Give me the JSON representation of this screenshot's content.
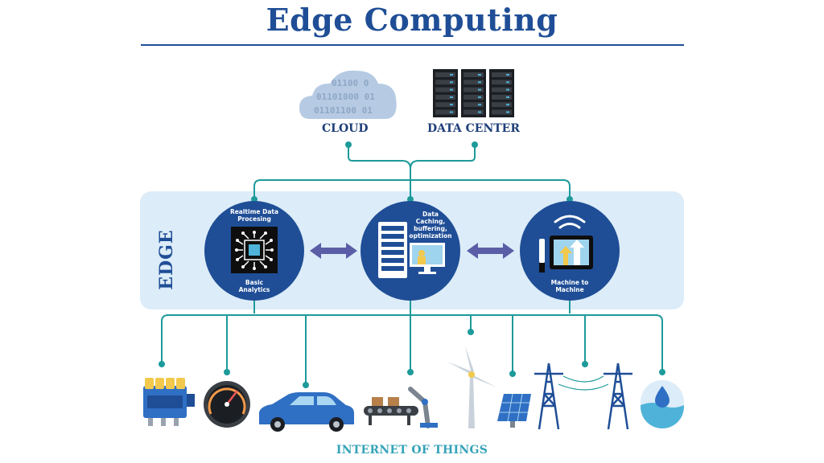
{
  "title": "Edge Computing",
  "top": {
    "cloud_label": "CLOUD",
    "cloud_binary": [
      "01100 0",
      "01101000 01",
      "01101100 01"
    ],
    "datacenter_label": "DATA CENTER"
  },
  "edge": {
    "label": "EDGE",
    "nodes": [
      {
        "top_text": [
          "Realtime Data",
          "Procesing"
        ],
        "bottom_text": [
          "Basic",
          "Analytics"
        ],
        "icon": "cpu-chip-icon"
      },
      {
        "top_text": [
          "Data",
          "Caching,",
          "buffering,",
          "optimization"
        ],
        "bottom_text": [],
        "icon": "server-monitor-icon"
      },
      {
        "top_text": [],
        "bottom_text": [
          "Machine to",
          "Machine"
        ],
        "icon": "wireless-tablet-icon"
      }
    ]
  },
  "iot": {
    "label": "INTERNET OF THINGS",
    "devices": [
      "engine-icon",
      "gauge-icon",
      "car-icon",
      "robot-arm-conveyor-icon",
      "wind-turbine-icon",
      "solar-panel-icon",
      "power-tower-icon",
      "power-tower-icon",
      "water-drop-icon"
    ]
  },
  "colors": {
    "title": "#1f4e96",
    "connector": "#1e9a9a",
    "edge_panel": "#dcecf8",
    "node_circle": "#1f4e96",
    "arrow": "#5b5ea6",
    "iot_label": "#35a3b8"
  }
}
